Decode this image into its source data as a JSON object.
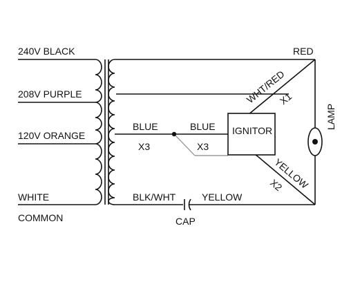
{
  "wires": {
    "tap_240v": "240V BLACK",
    "tap_208v": "208V PURPLE",
    "tap_120v": "120V ORANGE",
    "white": "WHITE",
    "common": "COMMON",
    "red": "RED",
    "wht_red": "WHT/RED",
    "x1": "X1",
    "blue_left": "BLUE",
    "blue_right": "BLUE",
    "x3_left": "X3",
    "x3_right": "X3",
    "ignitor": "IGNITOR",
    "yellow_diag": "YELLOW",
    "x2": "X2",
    "blk_wht": "BLK/WHT",
    "yellow_bottom": "YELLOW",
    "cap": "CAP",
    "lamp": "LAMP"
  }
}
